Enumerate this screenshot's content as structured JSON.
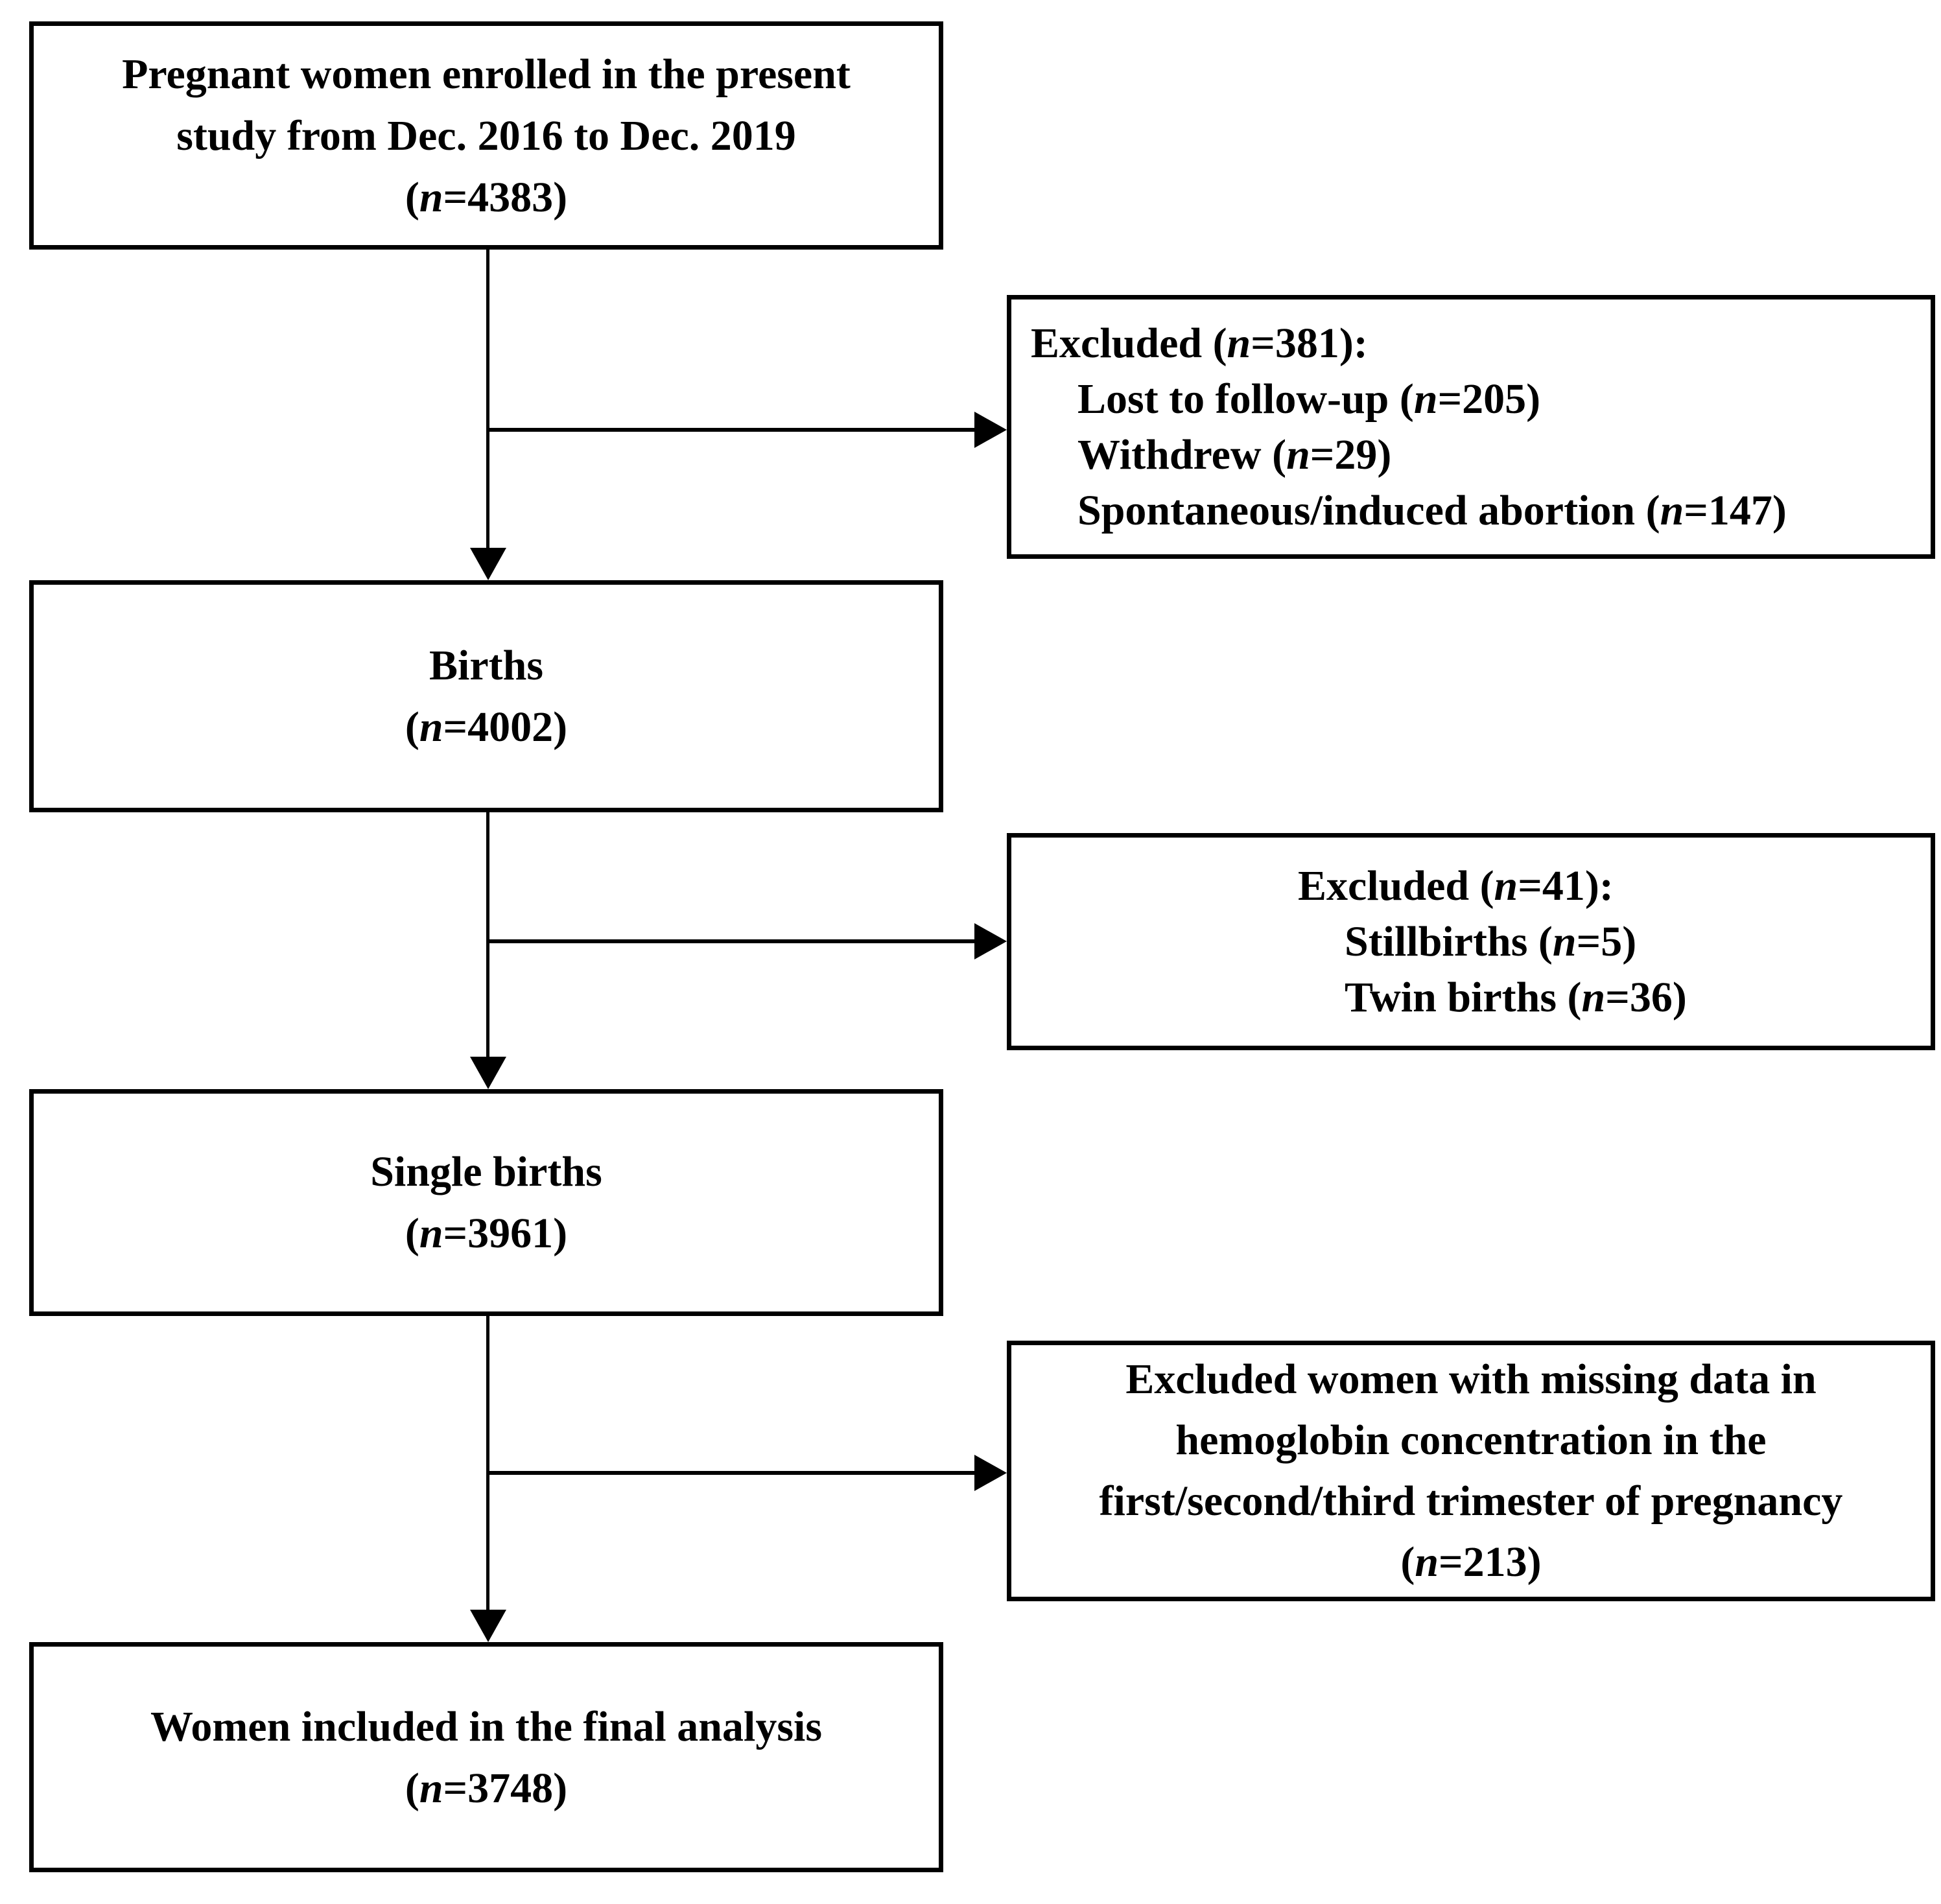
{
  "colors": {
    "background": "#ffffff",
    "box_border": "#000000",
    "text": "#000000",
    "connector": "#000000"
  },
  "boxes": {
    "enrolled": {
      "lines": [
        {
          "pre": "Pregnant women enrolled in the present"
        },
        {
          "pre": "study from Dec. 2016 to Dec. 2019"
        },
        {
          "pre": "(",
          "n": "n",
          "post": "=4383)"
        }
      ]
    },
    "excluded_after_enrollment": {
      "lines": [
        {
          "pre": "Excluded (",
          "n": "n",
          "post": "=381):"
        },
        {
          "pre": "Lost to follow-up (",
          "n": "n",
          "post": "=205)"
        },
        {
          "pre": "Withdrew (",
          "n": "n",
          "post": "=29)"
        },
        {
          "pre": "Spontaneous/induced abortion (",
          "n": "n",
          "post": "=147)"
        }
      ]
    },
    "births": {
      "lines": [
        {
          "pre": "Births"
        },
        {
          "pre": "(",
          "n": "n",
          "post": "=4002)"
        }
      ]
    },
    "excluded_after_births": {
      "lines": [
        {
          "pre": "Excluded (",
          "n": "n",
          "post": "=41):"
        },
        {
          "pre": "Stillbirths (",
          "n": "n",
          "post": "=5)"
        },
        {
          "pre": "Twin births (",
          "n": "n",
          "post": "=36)"
        }
      ]
    },
    "single_births": {
      "lines": [
        {
          "pre": "Single births"
        },
        {
          "pre": "(",
          "n": "n",
          "post": "=3961)"
        }
      ]
    },
    "excluded_missing_hemoglobin": {
      "lines": [
        {
          "pre": "Excluded women with missing data in"
        },
        {
          "pre": "hemoglobin concentration in the"
        },
        {
          "pre": "first/second/third trimester of pregnancy"
        },
        {
          "pre": "(",
          "n": "n",
          "post": "=213)"
        }
      ]
    },
    "final_analysis": {
      "lines": [
        {
          "pre": "Women included in the final analysis"
        },
        {
          "pre": "(",
          "n": "n",
          "post": "=3748)"
        }
      ]
    }
  }
}
